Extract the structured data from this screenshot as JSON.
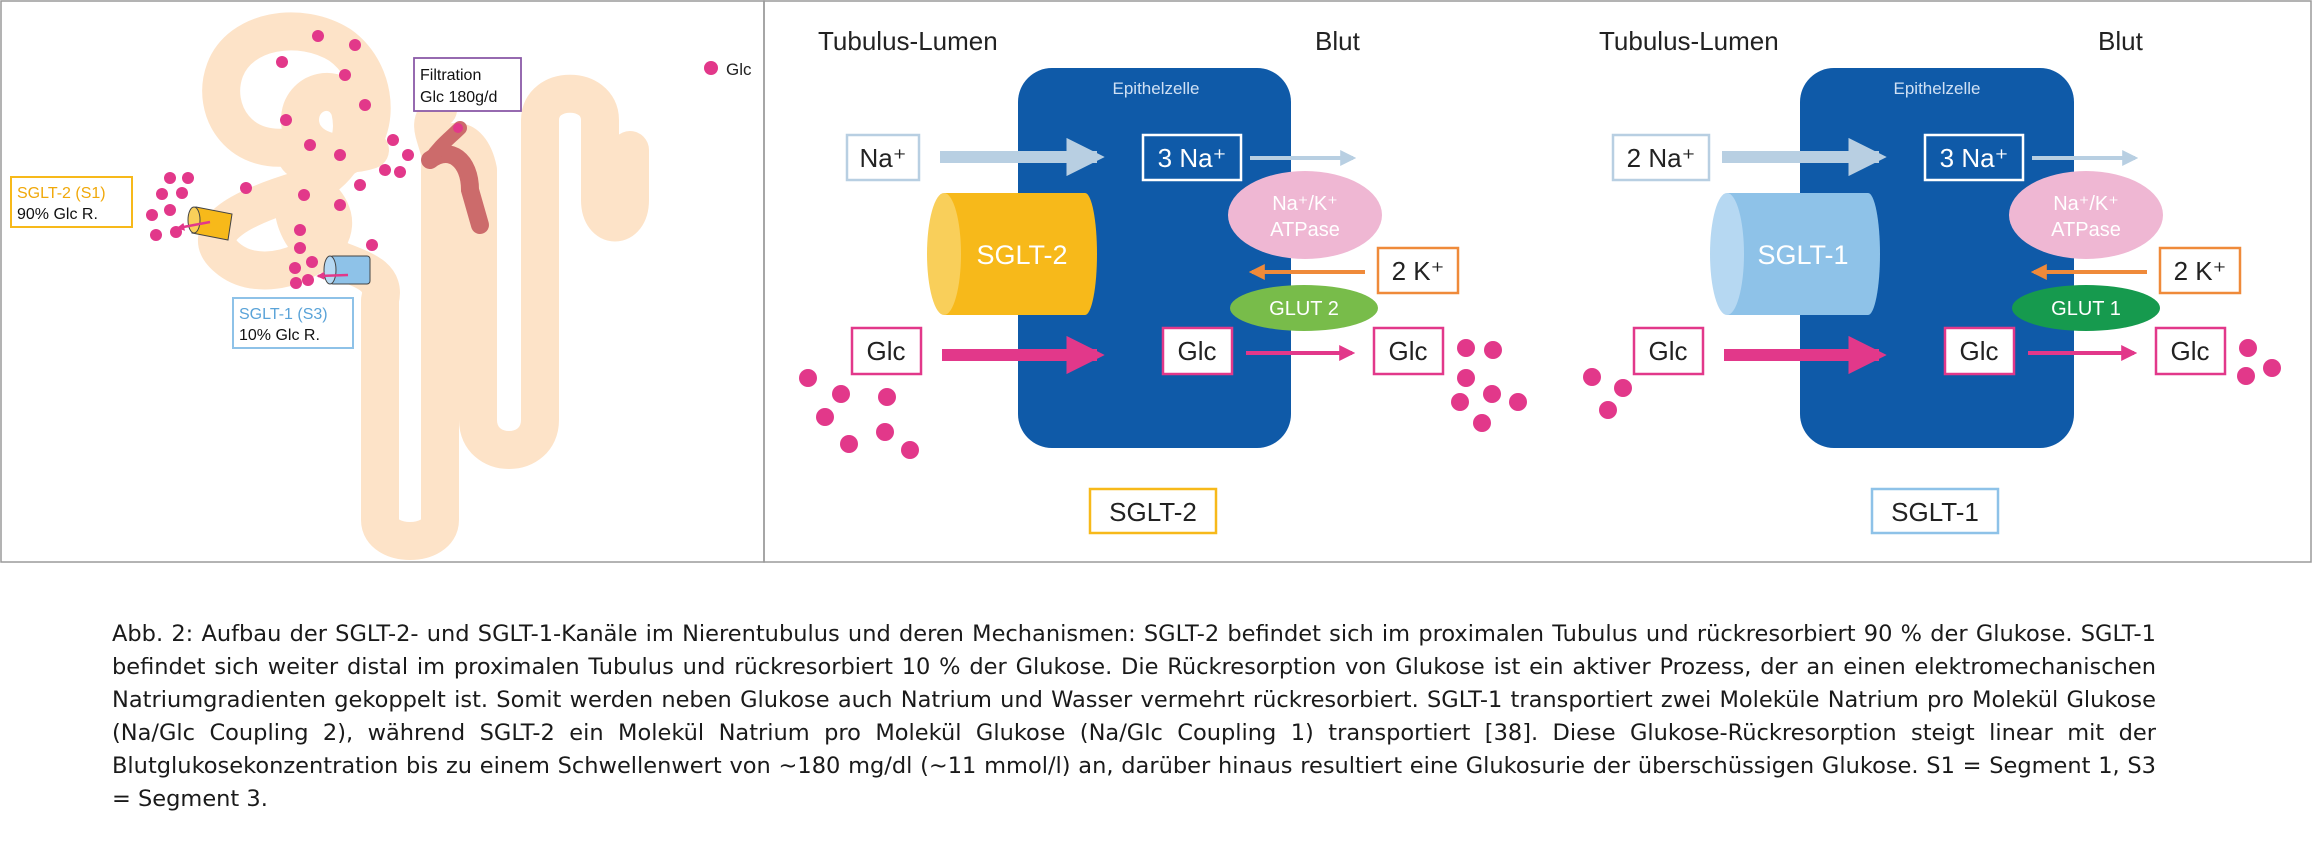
{
  "kidney": {
    "legend_glc": "Glc",
    "filtration": [
      "Filtration",
      "Glc 180g/d"
    ],
    "sglt2": [
      "SGLT-2 (S1)",
      "90% Glc R."
    ],
    "sglt1": [
      "SGLT-1 (S3)",
      "10% Glc R."
    ]
  },
  "mech_sglt2": {
    "lumen": "Tubulus-Lumen",
    "blood": "Blut",
    "cell": "Epithelzelle",
    "na_in": "Na⁺",
    "na_out": "3 Na⁺",
    "atpase": [
      "Na⁺/K⁺",
      "ATPase"
    ],
    "k": "2 K⁺",
    "glut": "GLUT 2",
    "channel": "SGLT-2",
    "glc_in": "Glc",
    "glc_cell": "Glc",
    "glc_out": "Glc",
    "label": "SGLT-2"
  },
  "mech_sglt1": {
    "lumen": "Tubulus-Lumen",
    "blood": "Blut",
    "cell": "Epithelzelle",
    "na_in": "2 Na⁺",
    "na_out": "3 Na⁺",
    "atpase": [
      "Na⁺/K⁺",
      "ATPase"
    ],
    "k": "2 K⁺",
    "glut": "GLUT 1",
    "channel": "SGLT-1",
    "glc_in": "Glc",
    "glc_cell": "Glc",
    "glc_out": "Glc",
    "label": "SGLT-1"
  },
  "colors": {
    "tubule": "#fde3c8",
    "glc": "#e2388a",
    "cell": "#0f5aa8",
    "sglt2": "#f7b91a",
    "sglt1": "#8ec2e8",
    "atpase": "#efb7d3",
    "glut2": "#78bc4a",
    "glut1": "#169a4e",
    "k_orange": "#ef8a3a",
    "arrow_light": "#b8cfe2"
  },
  "caption": "Abb. 2: Aufbau der SGLT-2- und SGLT-1-Kanäle im Nierentubulus und deren Mechanismen: SGLT-2 befindet sich im proximalen Tubulus und rückresorbiert 90 % der Glukose. SGLT-1 befindet sich weiter distal im proximalen Tubulus und rückresorbiert 10 % der Glukose. Die Rückresorption von Glukose ist ein aktiver Prozess, der an einen elektromechanischen Natriumgradienten gekoppelt ist. Somit werden neben Glukose auch Natrium und Wasser vermehrt rückresorbiert. SGLT-1 transportiert zwei Moleküle Natrium pro Molekül Glukose (Na/Glc Coupling 2), während SGLT-2 ein Molekül Natrium pro Molekül Glukose (Na/Glc Coupling 1) transportiert [38]. Diese Glukose-Rückresorption steigt linear mit der Blutglukosekonzentration bis zu einem Schwellenwert von ~180 mg/dl (~11 mmol/l) an, darüber hinaus resultiert eine Glukosurie der überschüssigen Glukose. S1 = Segment 1, S3 = Segment 3."
}
